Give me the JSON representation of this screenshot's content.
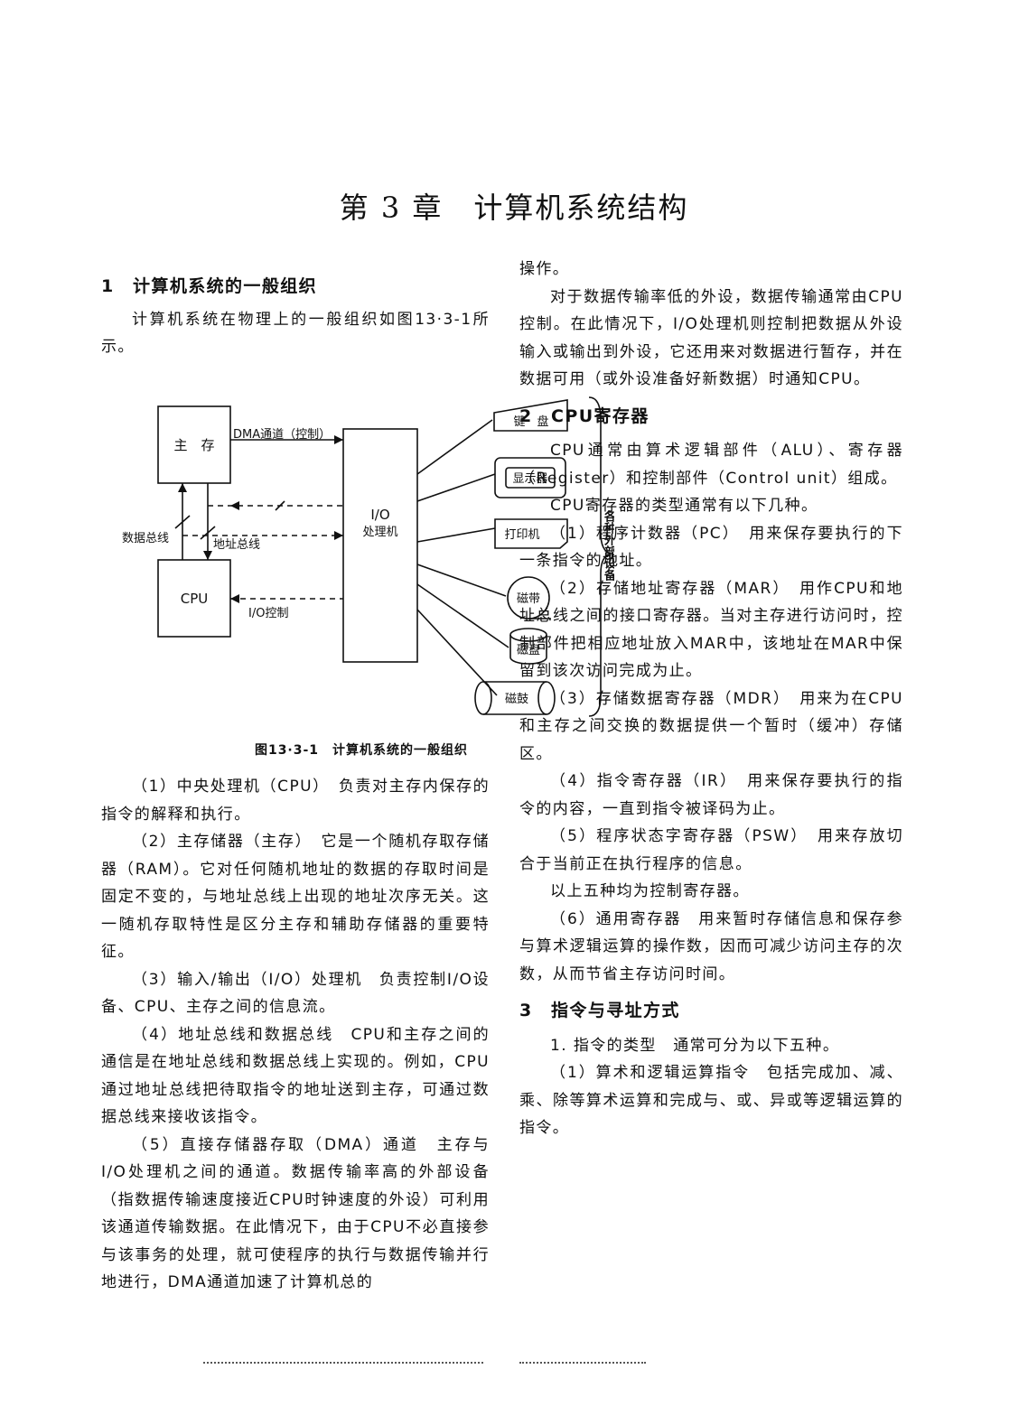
{
  "chapter_title": "第 3 章　计算机系统结构",
  "left": {
    "heading": "1　计算机系统的一般组织",
    "intro": "计算机系统在物理上的一般组织如图13·3-1所示。",
    "caption": "图13·3-1　计算机系统的一般组织",
    "items": [
      "（1）中央处理机（CPU）　负责对主存内保存的指令的解释和执行。",
      "（2）主存储器（主存）　它是一个随机存取存储器（RAM）。它对任何随机地址的数据的存取时间是固定不变的，与地址总线上出现的地址次序无关。这一随机存取特性是区分主存和辅助存储器的重要特征。",
      "（3）输入/输出（I/O）处理机　负责控制I/O设备、CPU、主存之间的信息流。",
      "（4）地址总线和数据总线　CPU和主存之间的通信是在地址总线和数据总线上实现的。例如，CPU通过地址总线把待取指令的地址送到主存，可通过数据总线来接收该指令。",
      "（5）直接存储器存取（DMA）通道　主存与I/O处理机之间的通道。数据传输率高的外部设备（指数据传输速度接近CPU时钟速度的外设）可利用该通道传输数据。在此情况下，由于CPU不必直接参与该事务的处理，就可使程序的执行与数据传输并行地进行，DMA通道加速了计算机总的"
    ]
  },
  "right": {
    "cont": "操作。",
    "p_low_rate": "对于数据传输率低的外设，数据传输通常由CPU控制。在此情况下，I/O处理机则控制把数据从外设输入或输出到外设，它还用来对数据进行暂存，并在数据可用（或外设准备好新数据）时通知CPU。",
    "heading2": "2　CPU寄存器",
    "p_cpu": "CPU通常由算术逻辑部件（ALU）、寄存器（Register）和控制部件（Control unit）组成。",
    "p_types": "CPU寄存器的类型通常有以下几种。",
    "reg1": "（1）程序计数器（PC）　用来保存要执行的下一条指令的地址。",
    "reg2": "（2）存储地址寄存器（MAR）　用作CPU和地址总线之间的接口寄存器。当对主存进行访问时，控制部件把相应地址放入MAR中，该地址在MAR中保留到该次访问完成为止。",
    "reg3": "（3）存储数据寄存器（MDR）　用来为在CPU和主存之间交换的数据提供一个暂时（缓冲）存储区。",
    "reg4": "（4）指令寄存器（IR）　用来保存要执行的指令的内容，一直到指令被译码为止。",
    "reg5": "（5）程序状态字寄存器（PSW）　用来存放切合于当前正在执行程序的信息。",
    "summary": "以上五种均为控制寄存器。",
    "reg6": "（6）通用寄存器　用来暂时存储信息和保存参与算术逻辑运算的操作数，因而可减少访问主存的次数，从而节省主存访问时间。",
    "heading3": "3　指令与寻址方式",
    "instr_types": "1. 指令的类型　通常可分为以下五种。",
    "instr1": "（1）算术和逻辑运算指令　包括完成加、减、乘、除等算术运算和完成与、或、异或等逻辑运算的指令。"
  },
  "diagram": {
    "main_memory": "主　存",
    "cpu": "CPU",
    "io_line1": "I/O",
    "io_line2": "处理机",
    "dma_label": "DMA通道（控制）",
    "data_bus": "数据总线",
    "addr_bus": "地址总线",
    "io_control": "I/O控制",
    "keyboard": "键　盘",
    "display": "显示器",
    "printer": "打印机",
    "tape": "磁带",
    "disk": "磁盘",
    "drum": "磁鼓",
    "peripherals_label": "各种外部设备"
  }
}
